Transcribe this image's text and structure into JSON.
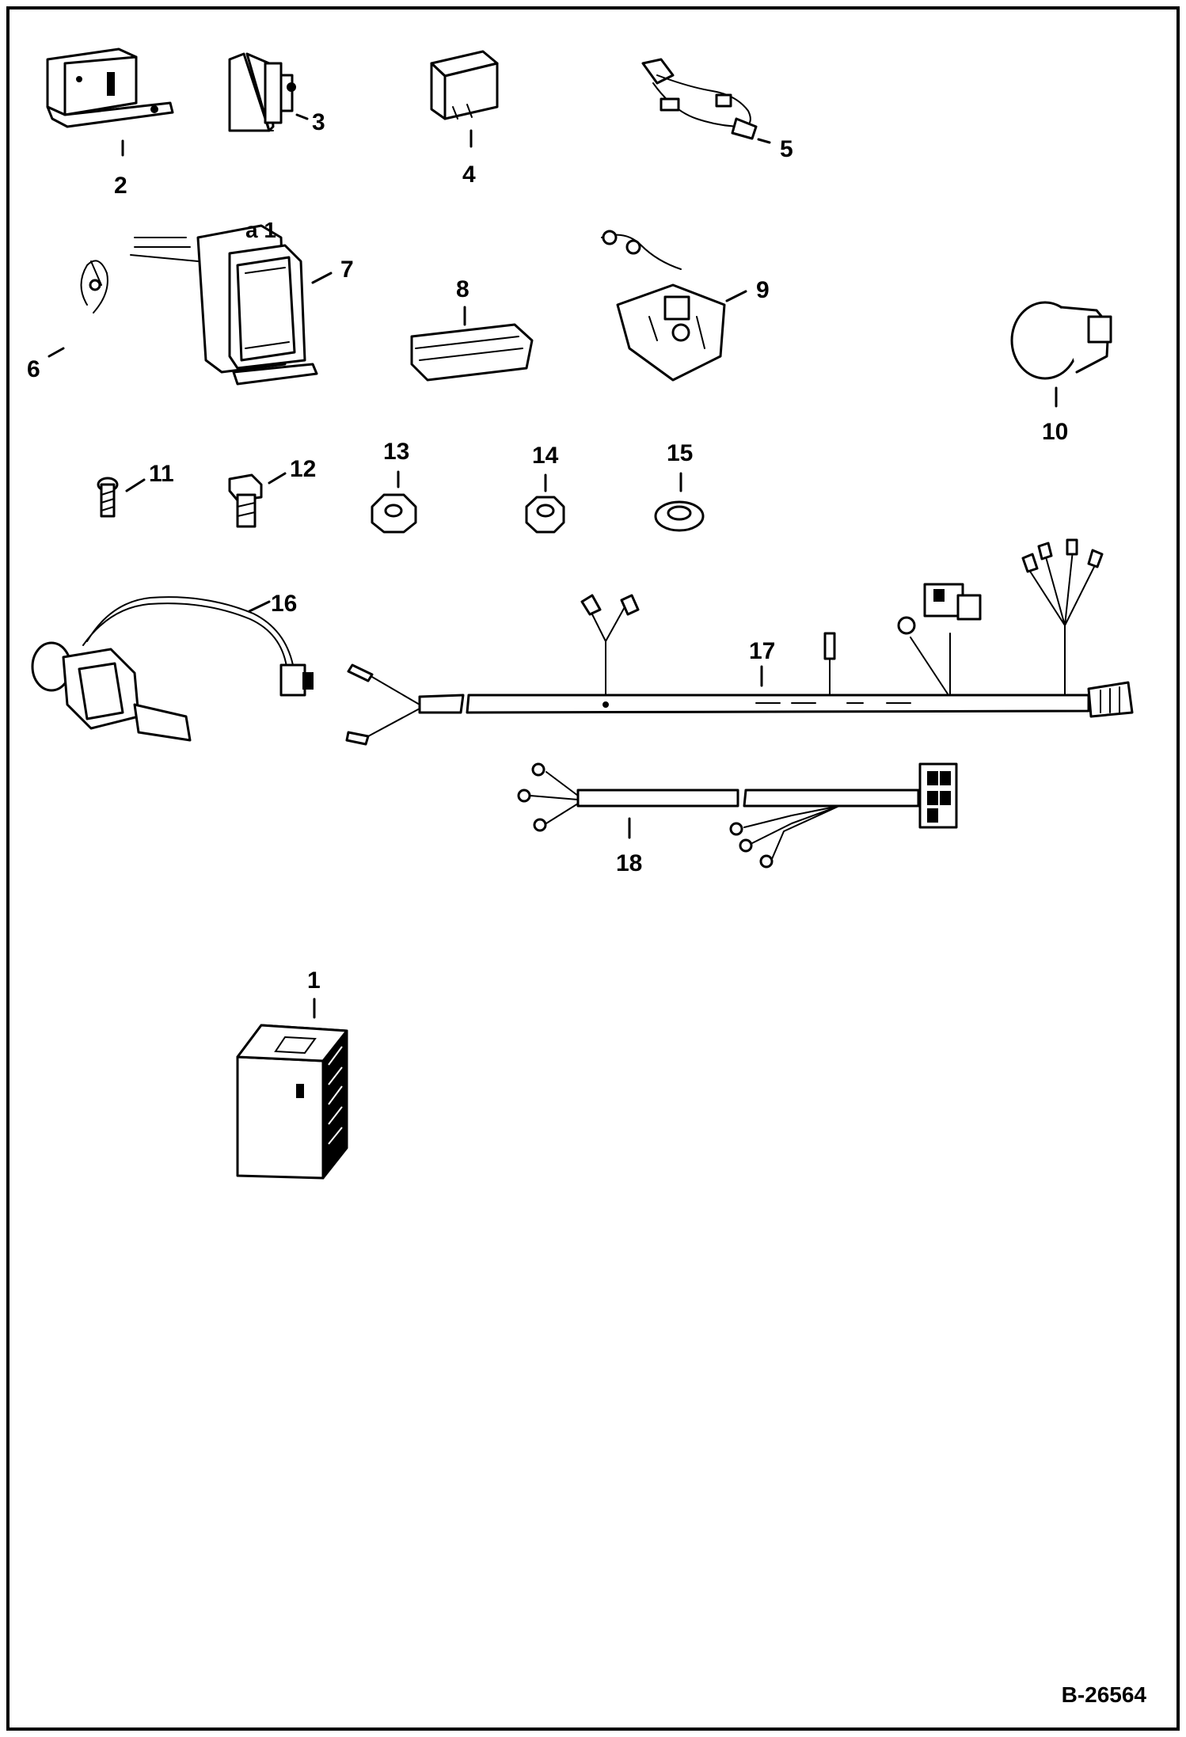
{
  "diagram": {
    "reference_code": "B-26564",
    "callouts": [
      {
        "id": "1",
        "text": "1"
      },
      {
        "id": "2",
        "text": "2"
      },
      {
        "id": "3",
        "text": "3"
      },
      {
        "id": "4",
        "text": "4"
      },
      {
        "id": "5",
        "text": "5"
      },
      {
        "id": "6",
        "text": "6"
      },
      {
        "id": "7",
        "text": "7"
      },
      {
        "id": "8",
        "text": "8"
      },
      {
        "id": "9",
        "text": "9"
      },
      {
        "id": "10",
        "text": "10"
      },
      {
        "id": "11",
        "text": "11"
      },
      {
        "id": "12",
        "text": "12"
      },
      {
        "id": "13",
        "text": "13"
      },
      {
        "id": "14",
        "text": "14"
      },
      {
        "id": "15",
        "text": "15"
      },
      {
        "id": "16",
        "text": "16"
      },
      {
        "id": "17",
        "text": "17"
      },
      {
        "id": "18",
        "text": "18"
      }
    ]
  }
}
